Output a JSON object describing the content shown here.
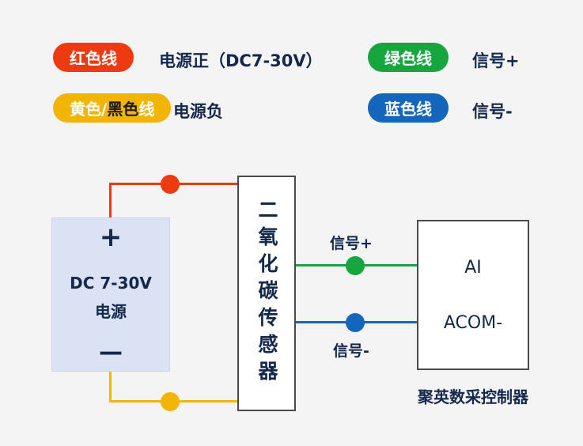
{
  "legend": {
    "red": {
      "pill": "红色线",
      "desc": "电源正（DC7-30V）"
    },
    "yellow": {
      "pill_part1": "黄色/",
      "pill_part2": "黑色",
      "pill_part3": "线",
      "desc": "电源负"
    },
    "green": {
      "pill": "绿色线",
      "desc": "信号+"
    },
    "blue": {
      "pill": "蓝色线",
      "desc": "信号-"
    }
  },
  "diagram": {
    "power": {
      "plus": "+",
      "name_line1": "DC 7-30V",
      "name_line2": "电源",
      "minus": "—"
    },
    "sensor": {
      "label": "二氧化碳传感器"
    },
    "controller": {
      "terminal_ai": "AI",
      "terminal_acom": "ACOM-",
      "caption": "聚英数采控制器"
    },
    "wires": {
      "signal_plus_label": "信号+",
      "signal_minus_label": "信号-"
    }
  },
  "colors": {
    "red": "#ee3a10",
    "yellow": "#f2b505",
    "green": "#16a53f",
    "blue": "#1366bb",
    "text": "#14284b",
    "background": "#f4f4f4",
    "power_box_fill": "#dbe2f4"
  }
}
